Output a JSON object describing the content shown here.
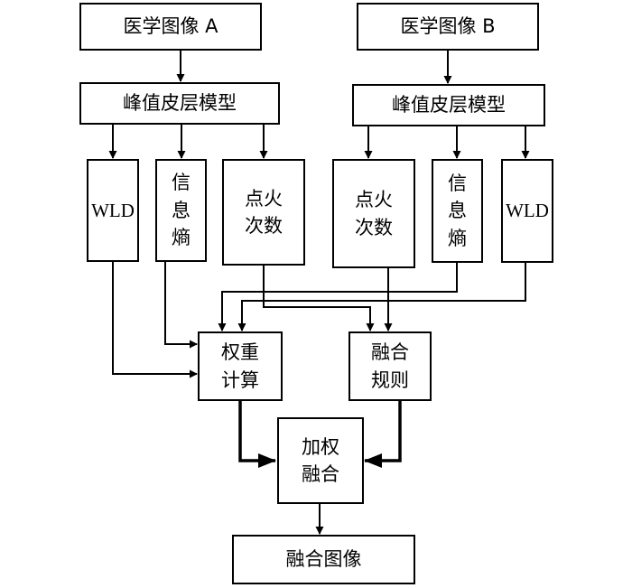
{
  "diagram": {
    "image_a": "医学图像 A",
    "image_b": "医学图像 B",
    "pcnn_left": "峰值皮层模型",
    "pcnn_right": "峰值皮层模型",
    "wld_left": "WLD",
    "entropy_left": "信\n息\n熵",
    "firing_left": "点火\n次数",
    "firing_right": "点火\n次数",
    "entropy_right": "信\n息\n熵",
    "wld_right": "WLD",
    "weight_calc": "权重\n计算",
    "fusion_rule": "融合\n规则",
    "weighted_fusion": "加权\n融合",
    "fused_image": "融合图像"
  }
}
